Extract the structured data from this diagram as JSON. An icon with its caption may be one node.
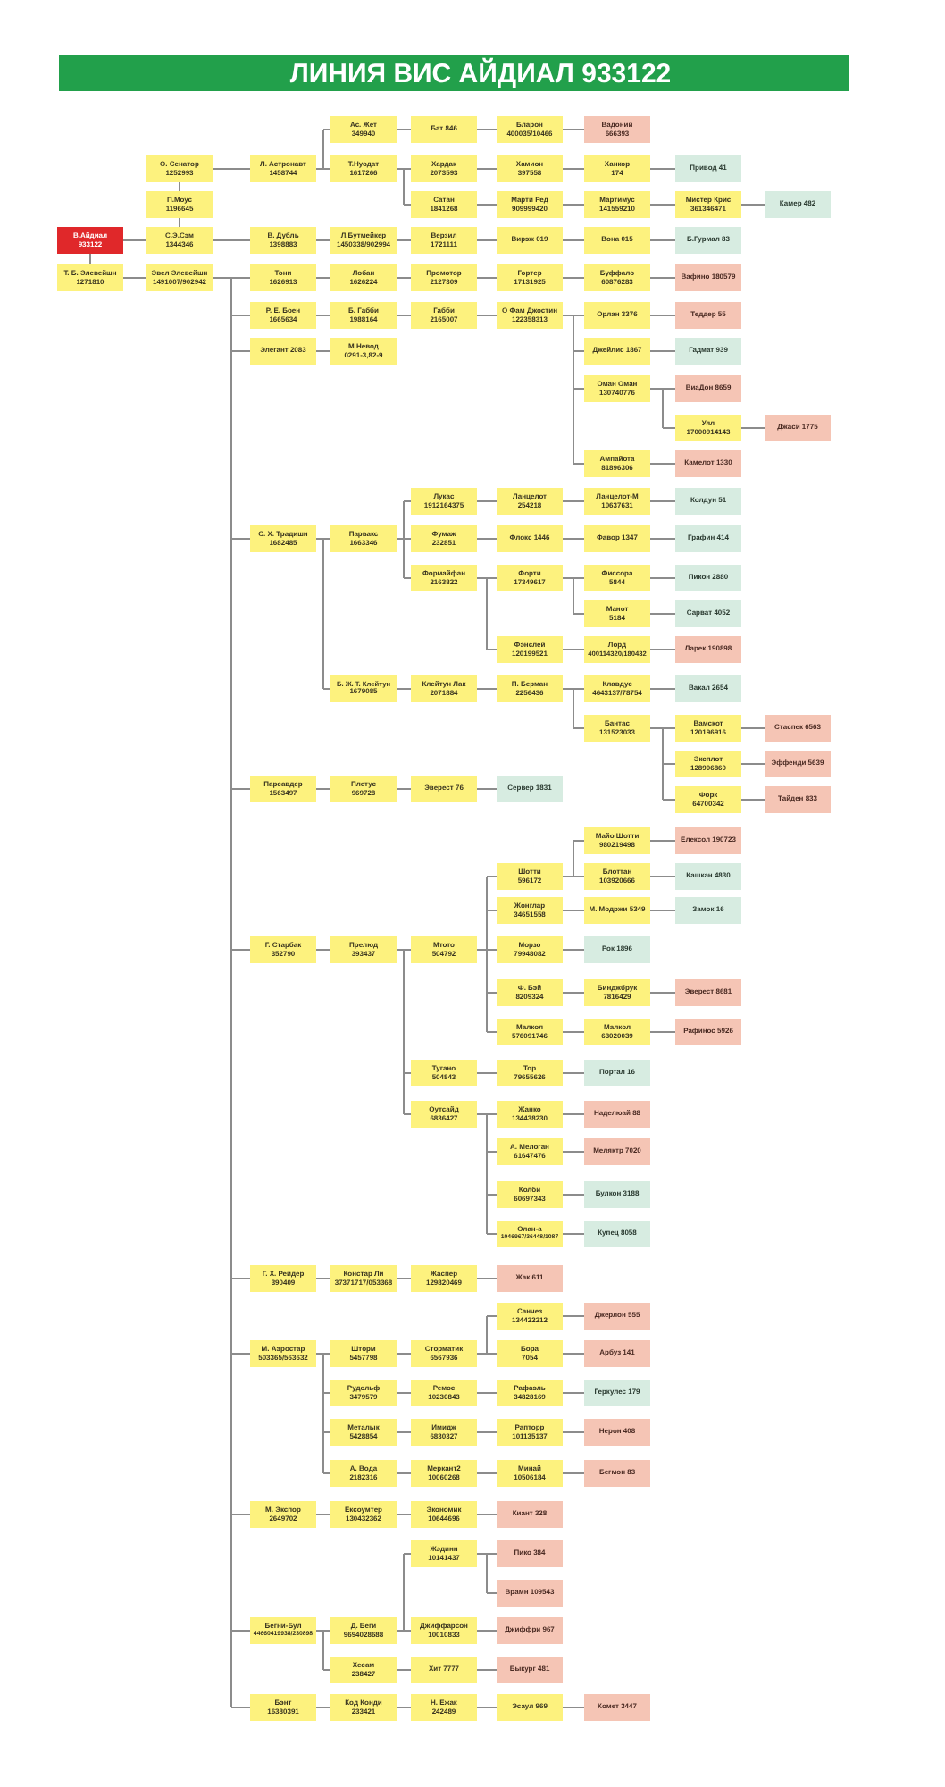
{
  "diagram": {
    "title": "ЛИНИЯ ВИС АЙДИАЛ 933122",
    "nodes": [
      {
        "text": [
          "Ас. Жет",
          "349940"
        ]
      },
      {
        "text": [
          "Бат 846"
        ]
      },
      {
        "text": [
          "Бларон",
          "400035/10466"
        ]
      },
      {
        "text": [
          "Вадоний",
          "666393"
        ]
      },
      {
        "text": [
          "О. Сенатор",
          "1252993"
        ]
      },
      {
        "text": [
          "Л. Астронавт",
          "1458744"
        ]
      },
      {
        "text": [
          "Т.Нуодат",
          "1617266"
        ]
      },
      {
        "text": [
          "Хардак",
          "2073593"
        ]
      },
      {
        "text": [
          "Хамион",
          "397558"
        ]
      },
      {
        "text": [
          "Ханкор",
          "174"
        ]
      },
      {
        "text": [
          "Привод 41"
        ]
      },
      {
        "text": [
          "П.Моус",
          "1196645"
        ]
      },
      {
        "text": [
          "Сатан",
          "1841268"
        ]
      },
      {
        "text": [
          "Марти Ред",
          "909999420"
        ]
      },
      {
        "text": [
          "Мартимус",
          "141559210"
        ]
      },
      {
        "text": [
          "Мистер Крис",
          "361346471"
        ]
      },
      {
        "text": [
          "Камер 482"
        ]
      },
      {
        "text": [
          "В.Айдиал",
          "933122"
        ]
      },
      {
        "text": [
          "С.Э.Сэм",
          "1344346"
        ]
      },
      {
        "text": [
          "В. Дубль",
          "1398883"
        ]
      },
      {
        "text": [
          "Л.Бутмейкер",
          "1450338/902994"
        ]
      },
      {
        "text": [
          "Верзил",
          "1721111"
        ]
      },
      {
        "text": [
          "Вирэж 019"
        ]
      },
      {
        "text": [
          "Вона 015"
        ]
      },
      {
        "text": [
          "Б.Гурмал 83"
        ]
      },
      {
        "text": [
          "Т. Б. Элевейшн",
          "1271810"
        ]
      },
      {
        "text": [
          "Эвел Элевейшн",
          "1491007/902942"
        ]
      },
      {
        "text": [
          "Тони",
          "1626913"
        ]
      },
      {
        "text": [
          "Лобан",
          "1626224"
        ]
      },
      {
        "text": [
          "Промотор",
          "2127309"
        ]
      },
      {
        "text": [
          "Гортер",
          "17131925"
        ]
      },
      {
        "text": [
          "Буффало",
          "60876283"
        ]
      },
      {
        "text": [
          "Вафино 180579"
        ]
      },
      {
        "text": [
          "Р. Е. Боен",
          "1665634"
        ]
      },
      {
        "text": [
          "Б. Габби",
          "1988164"
        ]
      },
      {
        "text": [
          "Габби",
          "2165007"
        ]
      },
      {
        "text": [
          "О Фам Джостин",
          "122358313"
        ]
      },
      {
        "text": [
          "Орлан 3376"
        ]
      },
      {
        "text": [
          "Теддер 55"
        ]
      },
      {
        "text": [
          "Элегант 2083"
        ]
      },
      {
        "text": [
          "М Невод",
          "0291-3,82-9"
        ]
      },
      {
        "text": [
          "Джейлис 1867"
        ]
      },
      {
        "text": [
          "Гадмат 939"
        ]
      },
      {
        "text": [
          "Оман Оман",
          "130740776"
        ]
      },
      {
        "text": [
          "ВиаДон 8659"
        ]
      },
      {
        "text": [
          "Уял",
          "17000914143"
        ]
      },
      {
        "text": [
          "Джаси 1775"
        ]
      },
      {
        "text": [
          "Ампайота",
          "81896306"
        ]
      },
      {
        "text": [
          "Камелот 1330"
        ]
      },
      {
        "text": [
          "Лукас",
          "1912164375"
        ]
      },
      {
        "text": [
          "Ланцелот",
          "254218"
        ]
      },
      {
        "text": [
          "Ланцелот-М",
          "10637631"
        ]
      },
      {
        "text": [
          "Колдун 51"
        ]
      },
      {
        "text": [
          "С. Х. Традишн",
          "1682485"
        ]
      },
      {
        "text": [
          "Парвакс",
          "1663346"
        ]
      },
      {
        "text": [
          "Фумаж",
          "232851"
        ]
      },
      {
        "text": [
          "Флокс 1446"
        ]
      },
      {
        "text": [
          "Фавор 1347"
        ]
      },
      {
        "text": [
          "Графин 414"
        ]
      },
      {
        "text": [
          "Формайфан",
          "2163822"
        ]
      },
      {
        "text": [
          "Форти",
          "17349617"
        ]
      },
      {
        "text": [
          "Фиссора",
          "5844"
        ]
      },
      {
        "text": [
          "Пикон 2880"
        ]
      },
      {
        "text": [
          "Манот",
          "5184"
        ]
      },
      {
        "text": [
          "Сарват 4052"
        ]
      },
      {
        "text": [
          "Фэнслей",
          "120199521"
        ]
      },
      {
        "text": [
          "Лорд",
          "400114320/180432"
        ]
      },
      {
        "text": [
          "Ларек 190898"
        ]
      },
      {
        "text": [
          "Б. Ж. Т. Клейтун",
          "1679085"
        ]
      },
      {
        "text": [
          "Клейтун Лак",
          "2071884"
        ]
      },
      {
        "text": [
          "П. Берман",
          "2256436"
        ]
      },
      {
        "text": [
          "Клавдус",
          "4643137/78754"
        ]
      },
      {
        "text": [
          "Вакал 2654"
        ]
      },
      {
        "text": [
          "Бантас",
          "131523033"
        ]
      },
      {
        "text": [
          "Вамскот",
          "120196916"
        ]
      },
      {
        "text": [
          "Стаспек 6563"
        ]
      },
      {
        "text": [
          "Эксплот",
          "128906860"
        ]
      },
      {
        "text": [
          "Эффенди 5639"
        ]
      },
      {
        "text": [
          "Парсавдер",
          "1563497"
        ]
      },
      {
        "text": [
          "Плетус",
          "969728"
        ]
      },
      {
        "text": [
          "Эверест 76"
        ]
      },
      {
        "text": [
          "Сервер 1831"
        ]
      },
      {
        "text": [
          "Форк",
          "64700342"
        ]
      },
      {
        "text": [
          "Тайден 833"
        ]
      },
      {
        "text": [
          "Майо Шотти",
          "980219498"
        ]
      },
      {
        "text": [
          "Елексол 190723"
        ]
      },
      {
        "text": [
          "Шотти",
          "596172"
        ]
      },
      {
        "text": [
          "Блоттан",
          "103920666"
        ]
      },
      {
        "text": [
          "Кашкан 4830"
        ]
      },
      {
        "text": [
          "Жонглар",
          "34651558"
        ]
      },
      {
        "text": [
          "М. Модржи 5349"
        ]
      },
      {
        "text": [
          "Замок 16"
        ]
      },
      {
        "text": [
          "Г. Старбак",
          "352790"
        ]
      },
      {
        "text": [
          "Прелюд",
          "393437"
        ]
      },
      {
        "text": [
          "Мтото",
          "504792"
        ]
      },
      {
        "text": [
          "Морзо",
          "79948082"
        ]
      },
      {
        "text": [
          "Рок 1896"
        ]
      },
      {
        "text": [
          "Ф. Бэй",
          "8209324"
        ]
      },
      {
        "text": [
          "Бинджбрук",
          "7816429"
        ]
      },
      {
        "text": [
          "Эверест 8681"
        ]
      },
      {
        "text": [
          "Малкол",
          "576091746"
        ]
      },
      {
        "text": [
          "Малкол",
          "63020039"
        ]
      },
      {
        "text": [
          "Рафинос 5926"
        ]
      },
      {
        "text": [
          "Тугано",
          "504843"
        ]
      },
      {
        "text": [
          "Тор",
          "79655626"
        ]
      },
      {
        "text": [
          "Портал 16"
        ]
      },
      {
        "text": [
          "Оутсайд",
          "6836427"
        ]
      },
      {
        "text": [
          "Жанко",
          "134438230"
        ]
      },
      {
        "text": [
          "Наделюай 88"
        ]
      },
      {
        "text": [
          "А. Мелоган",
          "61647476"
        ]
      },
      {
        "text": [
          "Меляктр 7020"
        ]
      },
      {
        "text": [
          "Колби",
          "60697343"
        ]
      },
      {
        "text": [
          "Булкон 3188"
        ]
      },
      {
        "text": [
          "Олан-а",
          "1046967/36448/1087"
        ]
      },
      {
        "text": [
          "Купец 8058"
        ]
      },
      {
        "text": [
          "Г. Х. Рейдер",
          "390409"
        ]
      },
      {
        "text": [
          "Констар Ли",
          "37371717/053368"
        ]
      },
      {
        "text": [
          "Жаспер",
          "129820469"
        ]
      },
      {
        "text": [
          "Жак 611"
        ]
      },
      {
        "text": [
          "Санчез",
          "134422212"
        ]
      },
      {
        "text": [
          "Джерлон 555"
        ]
      },
      {
        "text": [
          "М. Аэростар",
          "503365/563632"
        ]
      },
      {
        "text": [
          "Шторм",
          "5457798"
        ]
      },
      {
        "text": [
          "Сторматик",
          "6567936"
        ]
      },
      {
        "text": [
          "Бора",
          "7054"
        ]
      },
      {
        "text": [
          "Арбуз 141"
        ]
      },
      {
        "text": [
          "Рудольф",
          "3479579"
        ]
      },
      {
        "text": [
          "Ремос",
          "10230843"
        ]
      },
      {
        "text": [
          "Рафаэль",
          "34828169"
        ]
      },
      {
        "text": [
          "Геркулес 179"
        ]
      },
      {
        "text": [
          "Металык",
          "5428854"
        ]
      },
      {
        "text": [
          "Имидж",
          "6830327"
        ]
      },
      {
        "text": [
          "Рапторр",
          "101135137"
        ]
      },
      {
        "text": [
          "Нерон 408"
        ]
      },
      {
        "text": [
          "А. Вода",
          "2182316"
        ]
      },
      {
        "text": [
          "Меркант2",
          "10060268"
        ]
      },
      {
        "text": [
          "Минай",
          "10506184"
        ]
      },
      {
        "text": [
          "Бегмон 83"
        ]
      },
      {
        "text": [
          "М. Экспор",
          "2649702"
        ]
      },
      {
        "text": [
          "Ексоумтер",
          "130432362"
        ]
      },
      {
        "text": [
          "Экономик",
          "10644696"
        ]
      },
      {
        "text": [
          "Киант 328"
        ]
      },
      {
        "text": [
          "Жэдинн",
          "10141437"
        ]
      },
      {
        "text": [
          "Пико 384"
        ]
      },
      {
        "text": [
          "Врамн 109543"
        ]
      },
      {
        "text": [
          "Бегни-Бул",
          "44660419938/230898"
        ]
      },
      {
        "text": [
          "Д. Беги",
          "9694028688"
        ]
      },
      {
        "text": [
          "Джиффарсон",
          "10010833"
        ]
      },
      {
        "text": [
          "Джиффри 967"
        ]
      },
      {
        "text": [
          "Хесам",
          "238427"
        ]
      },
      {
        "text": [
          "Хит 7777"
        ]
      },
      {
        "text": [
          "Быкург 481"
        ]
      },
      {
        "text": [
          "Бэнт",
          "16380391"
        ]
      },
      {
        "text": [
          "Код Конди",
          "233421"
        ]
      },
      {
        "text": [
          "Н. Ежак",
          "242489"
        ]
      },
      {
        "text": [
          "Эсаул 969"
        ]
      },
      {
        "text": [
          "Комет 3447"
        ]
      }
    ],
    "edges": [
      {
        "from": 17,
        "to": 18,
        "arrow": "none"
      },
      {
        "from": 17,
        "to": 25,
        "arrow": "none"
      },
      {
        "from": 18,
        "to": 11,
        "arrow": "none"
      },
      {
        "from": 11,
        "to": 4,
        "arrow": "none"
      },
      {
        "from": 4,
        "to": 5,
        "arrow": "none"
      },
      {
        "from": 5,
        "to": 0,
        "arrow": "none"
      },
      {
        "from": 5,
        "to": 6,
        "arrow": "none"
      },
      {
        "from": 0,
        "to": 1,
        "arrow": "none"
      },
      {
        "from": 1,
        "to": 2,
        "arrow": "none"
      },
      {
        "from": 2,
        "to": 3,
        "arrow": "none"
      },
      {
        "from": 6,
        "to": 7,
        "arrow": "none"
      },
      {
        "from": 6,
        "to": 12,
        "arrow": "none"
      },
      {
        "from": 7,
        "to": 8,
        "arrow": "none"
      },
      {
        "from": 8,
        "to": 9,
        "arrow": "none"
      },
      {
        "from": 9,
        "to": 10,
        "arrow": "none"
      },
      {
        "from": 12,
        "to": 13,
        "arrow": "none"
      },
      {
        "from": 13,
        "to": 14,
        "arrow": "none"
      },
      {
        "from": 14,
        "to": 15,
        "arrow": "none"
      },
      {
        "from": 15,
        "to": 16,
        "arrow": "none"
      },
      {
        "from": 18,
        "to": 19,
        "arrow": "none"
      },
      {
        "from": 19,
        "to": 20,
        "arrow": "none"
      },
      {
        "from": 20,
        "to": 21,
        "arrow": "none"
      },
      {
        "from": 21,
        "to": 22,
        "arrow": "none"
      },
      {
        "from": 22,
        "to": 23,
        "arrow": "none"
      },
      {
        "from": 23,
        "to": 24,
        "arrow": "none"
      },
      {
        "from": 25,
        "to": 26,
        "arrow": "none"
      },
      {
        "from": 26,
        "to": 27,
        "arrow": "none"
      },
      {
        "from": 26,
        "to": 33,
        "arrow": "none"
      },
      {
        "from": 26,
        "to": 39,
        "arrow": "none"
      },
      {
        "from": 26,
        "to": 53,
        "arrow": "none"
      },
      {
        "from": 26,
        "to": 78,
        "arrow": "none"
      },
      {
        "from": 26,
        "to": 92,
        "arrow": "none"
      },
      {
        "from": 26,
        "to": 115,
        "arrow": "none"
      },
      {
        "from": 26,
        "to": 121,
        "arrow": "none"
      },
      {
        "from": 26,
        "to": 138,
        "arrow": "none"
      },
      {
        "from": 26,
        "to": 145,
        "arrow": "none"
      },
      {
        "from": 26,
        "to": 152,
        "arrow": "none"
      },
      {
        "from": 27,
        "to": 28,
        "arrow": "none"
      },
      {
        "from": 28,
        "to": 29,
        "arrow": "none"
      },
      {
        "from": 29,
        "to": 30,
        "arrow": "none"
      },
      {
        "from": 30,
        "to": 31,
        "arrow": "none"
      },
      {
        "from": 31,
        "to": 32,
        "arrow": "none"
      },
      {
        "from": 33,
        "to": 34,
        "arrow": "none"
      },
      {
        "from": 34,
        "to": 35,
        "arrow": "none"
      },
      {
        "from": 35,
        "to": 36,
        "arrow": "none"
      },
      {
        "from": 36,
        "to": 37,
        "arrow": "none"
      },
      {
        "from": 36,
        "to": 41,
        "arrow": "none"
      },
      {
        "from": 36,
        "to": 43,
        "arrow": "none"
      },
      {
        "from": 36,
        "to": 47,
        "arrow": "none"
      },
      {
        "from": 37,
        "to": 38,
        "arrow": "none"
      },
      {
        "from": 41,
        "to": 42,
        "arrow": "none"
      },
      {
        "from": 43,
        "to": 44,
        "arrow": "none"
      },
      {
        "from": 43,
        "to": 45,
        "arrow": "none"
      },
      {
        "from": 45,
        "to": 46,
        "arrow": "none"
      },
      {
        "from": 47,
        "to": 48,
        "arrow": "none"
      },
      {
        "from": 39,
        "to": 40,
        "arrow": "none"
      },
      {
        "from": 53,
        "to": 54,
        "arrow": "none"
      },
      {
        "from": 53,
        "to": 68,
        "arrow": "none"
      },
      {
        "from": 54,
        "to": 49,
        "arrow": "none"
      },
      {
        "from": 54,
        "to": 55,
        "arrow": "none"
      },
      {
        "from": 54,
        "to": 59,
        "arrow": "none"
      },
      {
        "from": 49,
        "to": 50,
        "arrow": "none"
      },
      {
        "from": 50,
        "to": 51,
        "arrow": "none"
      },
      {
        "from": 51,
        "to": 52,
        "arrow": "none"
      },
      {
        "from": 55,
        "to": 56,
        "arrow": "none"
      },
      {
        "from": 56,
        "to": 57,
        "arrow": "none"
      },
      {
        "from": 57,
        "to": 58,
        "arrow": "none"
      },
      {
        "from": 59,
        "to": 60,
        "arrow": "none"
      },
      {
        "from": 59,
        "to": 65,
        "arrow": "none"
      },
      {
        "from": 60,
        "to": 61,
        "arrow": "none"
      },
      {
        "from": 60,
        "to": 63,
        "arrow": "none"
      },
      {
        "from": 61,
        "to": 62,
        "arrow": "none"
      },
      {
        "from": 63,
        "to": 64,
        "arrow": "none"
      },
      {
        "from": 65,
        "to": 66,
        "arrow": "none"
      },
      {
        "from": 66,
        "to": 67,
        "arrow": "none"
      },
      {
        "from": 68,
        "to": 69,
        "arrow": "none"
      },
      {
        "from": 69,
        "to": 70,
        "arrow": "none"
      },
      {
        "from": 70,
        "to": 71,
        "arrow": "none"
      },
      {
        "from": 70,
        "to": 73,
        "arrow": "none"
      },
      {
        "from": 71,
        "to": 72,
        "arrow": "none"
      },
      {
        "from": 73,
        "to": 74,
        "arrow": "none"
      },
      {
        "from": 73,
        "to": 76,
        "arrow": "none"
      },
      {
        "from": 73,
        "to": 82,
        "arrow": "none"
      },
      {
        "from": 74,
        "to": 75,
        "arrow": "none"
      },
      {
        "from": 76,
        "to": 77,
        "arrow": "none"
      },
      {
        "from": 82,
        "to": 83,
        "arrow": "none"
      },
      {
        "from": 78,
        "to": 79,
        "arrow": "none"
      },
      {
        "from": 79,
        "to": 80,
        "arrow": "none"
      },
      {
        "from": 80,
        "to": 81,
        "arrow": "none"
      },
      {
        "from": 92,
        "to": 93,
        "arrow": "none"
      },
      {
        "from": 93,
        "to": 94,
        "arrow": "none"
      },
      {
        "from": 93,
        "to": 103,
        "arrow": "none"
      },
      {
        "from": 93,
        "to": 106,
        "arrow": "none"
      },
      {
        "from": 94,
        "to": 86,
        "arrow": "none"
      },
      {
        "from": 94,
        "to": 89,
        "arrow": "none"
      },
      {
        "from": 94,
        "to": 95,
        "arrow": "none"
      },
      {
        "from": 94,
        "to": 97,
        "arrow": "none"
      },
      {
        "from": 94,
        "to": 100,
        "arrow": "none"
      },
      {
        "from": 86,
        "to": 84,
        "arrow": "none"
      },
      {
        "from": 86,
        "to": 87,
        "arrow": "none"
      },
      {
        "from": 84,
        "to": 85,
        "arrow": "none"
      },
      {
        "from": 87,
        "to": 88,
        "arrow": "none"
      },
      {
        "from": 89,
        "to": 90,
        "arrow": "none"
      },
      {
        "from": 90,
        "to": 91,
        "arrow": "none"
      },
      {
        "from": 95,
        "to": 96,
        "arrow": "none"
      },
      {
        "from": 97,
        "to": 98,
        "arrow": "none"
      },
      {
        "from": 98,
        "to": 99,
        "arrow": "none"
      },
      {
        "from": 100,
        "to": 101,
        "arrow": "none"
      },
      {
        "from": 101,
        "to": 102,
        "arrow": "none"
      },
      {
        "from": 103,
        "to": 104,
        "arrow": "none"
      },
      {
        "from": 104,
        "to": 105,
        "arrow": "none"
      },
      {
        "from": 106,
        "to": 107,
        "arrow": "none"
      },
      {
        "from": 106,
        "to": 109,
        "arrow": "none"
      },
      {
        "from": 106,
        "to": 111,
        "arrow": "none"
      },
      {
        "from": 106,
        "to": 113,
        "arrow": "none"
      },
      {
        "from": 107,
        "to": 108,
        "arrow": "none"
      },
      {
        "from": 109,
        "to": 110,
        "arrow": "none"
      },
      {
        "from": 111,
        "to": 112,
        "arrow": "none"
      },
      {
        "from": 113,
        "to": 114,
        "arrow": "none"
      },
      {
        "from": 115,
        "to": 116,
        "arrow": "none"
      },
      {
        "from": 116,
        "to": 117,
        "arrow": "none"
      },
      {
        "from": 117,
        "to": 118,
        "arrow": "none"
      },
      {
        "from": 121,
        "to": 122,
        "arrow": "none"
      },
      {
        "from": 121,
        "to": 126,
        "arrow": "none"
      },
      {
        "from": 121,
        "to": 130,
        "arrow": "none"
      },
      {
        "from": 121,
        "to": 134,
        "arrow": "none"
      },
      {
        "from": 122,
        "to": 123,
        "arrow": "none"
      },
      {
        "from": 123,
        "to": 119,
        "arrow": "none"
      },
      {
        "from": 123,
        "to": 124,
        "arrow": "none"
      },
      {
        "from": 119,
        "to": 120,
        "arrow": "none"
      },
      {
        "from": 124,
        "to": 125,
        "arrow": "none"
      },
      {
        "from": 126,
        "to": 127,
        "arrow": "none"
      },
      {
        "from": 127,
        "to": 128,
        "arrow": "none"
      },
      {
        "from": 128,
        "to": 129,
        "arrow": "none"
      },
      {
        "from": 130,
        "to": 131,
        "arrow": "none"
      },
      {
        "from": 131,
        "to": 132,
        "arrow": "none"
      },
      {
        "from": 132,
        "to": 133,
        "arrow": "none"
      },
      {
        "from": 134,
        "to": 135,
        "arrow": "none"
      },
      {
        "from": 135,
        "to": 136,
        "arrow": "none"
      },
      {
        "from": 136,
        "to": 137,
        "arrow": "none"
      },
      {
        "from": 138,
        "to": 139,
        "arrow": "none"
      },
      {
        "from": 139,
        "to": 140,
        "arrow": "none"
      },
      {
        "from": 140,
        "to": 141,
        "arrow": "none"
      },
      {
        "from": 145,
        "to": 146,
        "arrow": "none"
      },
      {
        "from": 145,
        "to": 149,
        "arrow": "none"
      },
      {
        "from": 146,
        "to": 142,
        "arrow": "none"
      },
      {
        "from": 146,
        "to": 147,
        "arrow": "none"
      },
      {
        "from": 142,
        "to": 143,
        "arrow": "none"
      },
      {
        "from": 142,
        "to": 144,
        "arrow": "none"
      },
      {
        "from": 147,
        "to": 148,
        "arrow": "none"
      },
      {
        "from": 149,
        "to": 150,
        "arrow": "none"
      },
      {
        "from": 150,
        "to": 151,
        "arrow": "none"
      },
      {
        "from": 152,
        "to": 153,
        "arrow": "none"
      },
      {
        "from": 153,
        "to": 154,
        "arrow": "none"
      },
      {
        "from": 154,
        "to": 155,
        "arrow": "none"
      },
      {
        "from": 155,
        "to": 156,
        "arrow": "none"
      }
    ]
  }
}
